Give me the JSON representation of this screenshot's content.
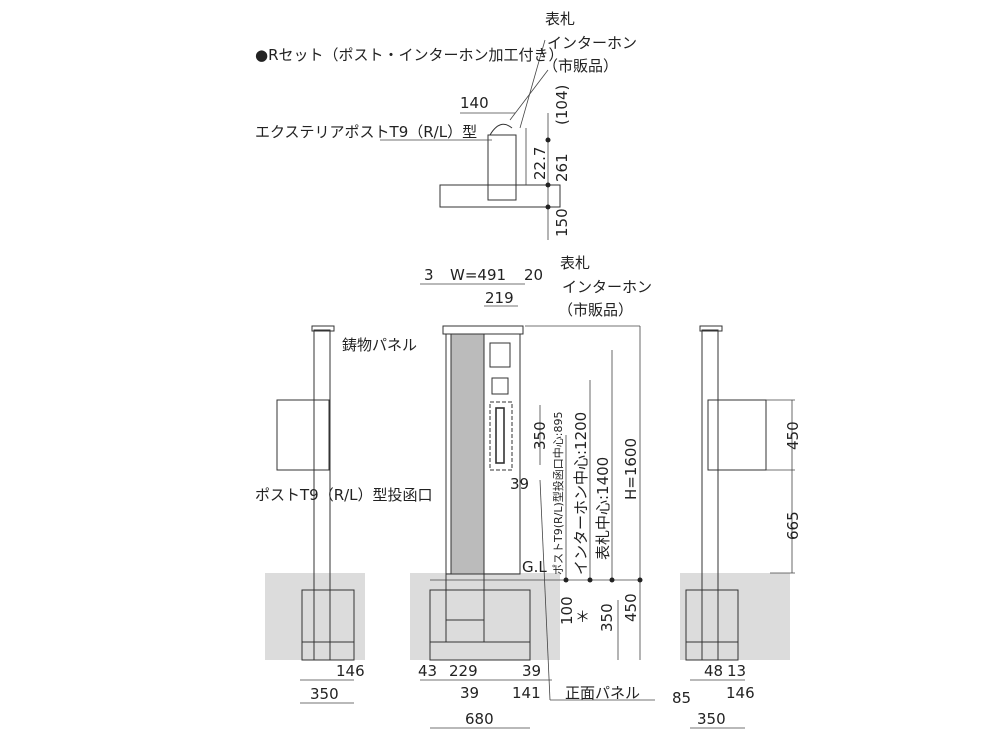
{
  "title": "●Rセット（ポスト・インターホン加工付き）",
  "top_view": {
    "nameplate": "表札",
    "intercom": "インターホン",
    "commercial": "（市販品）",
    "dim_140": "140",
    "post_label": "エクステリアポストT9（R/L）型",
    "dim_104": "(104)",
    "dim_22_7": "22.7",
    "dim_261": "261",
    "dim_150": "150"
  },
  "front_view": {
    "dim_3": "3",
    "dim_w": "W=491",
    "dim_20": "20",
    "dim_219": "219",
    "nameplate": "表札",
    "intercom": "インターホン",
    "commercial": "（市販品）",
    "cast_panel": "鋳物パネル",
    "slot_label": "ポストT9（R/L）型投函口",
    "dim_350": "350",
    "dim_39": "39",
    "slot_center": "ポストT9(R/L)型投函口中心:895",
    "intercom_center": "インターホン中心:1200",
    "nameplate_center": "表札中心:1400",
    "height": "H=1600",
    "gl": "G.L",
    "dim_100": "100",
    "asterisk": "＊",
    "dim_350b": "350",
    "dim_450": "450",
    "bottom": {
      "d43": "43",
      "d229": "229",
      "d39a": "39",
      "d39b": "39",
      "d141": "141",
      "d680": "680"
    },
    "front_panel": "正面パネル"
  },
  "left_view": {
    "d146": "146",
    "d350": "350"
  },
  "right_view": {
    "d450": "450",
    "d665": "665",
    "d48": "48",
    "d13": "13",
    "d85": "85",
    "d146": "146",
    "d350": "350"
  }
}
